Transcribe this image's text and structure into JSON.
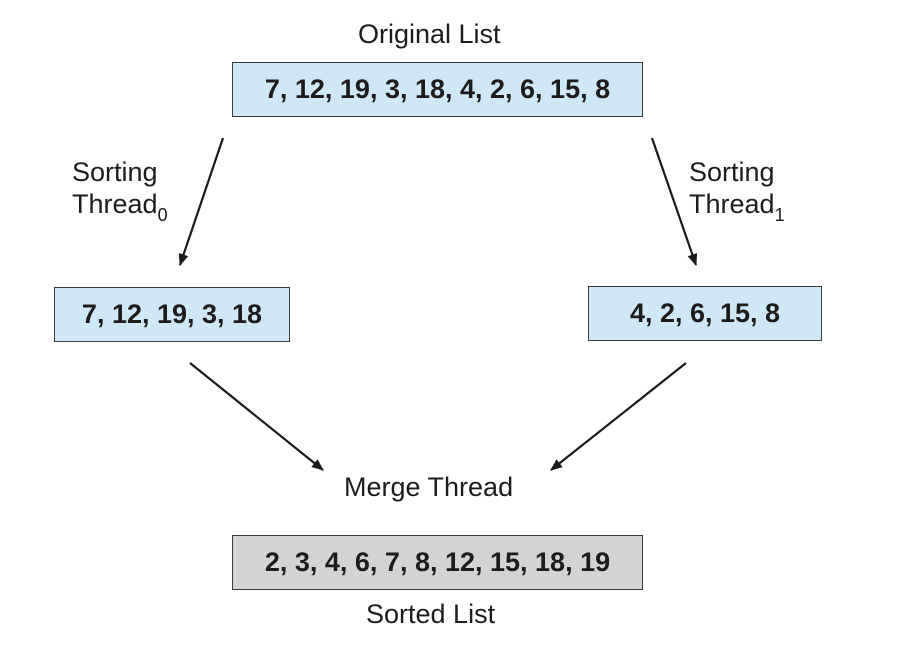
{
  "original": {
    "label": "Original List",
    "values": "7, 12, 19, 3, 18, 4, 2, 6, 15, 8"
  },
  "thread0": {
    "label_line1": "Sorting",
    "label_line2": "Thread",
    "subscript": "0",
    "values": "7, 12, 19, 3, 18"
  },
  "thread1": {
    "label_line1": "Sorting",
    "label_line2": "Thread",
    "subscript": "1",
    "values": "4, 2, 6, 15, 8"
  },
  "merge": {
    "label": "Merge Thread"
  },
  "sorted": {
    "values": "2, 3, 4, 6, 7, 8, 12, 15, 18, 19",
    "label": "Sorted List"
  },
  "colors": {
    "list_box_fill": "#cfe8f7",
    "sorted_box_fill": "#d3d3d3",
    "arrow": "#1a1a1a"
  }
}
